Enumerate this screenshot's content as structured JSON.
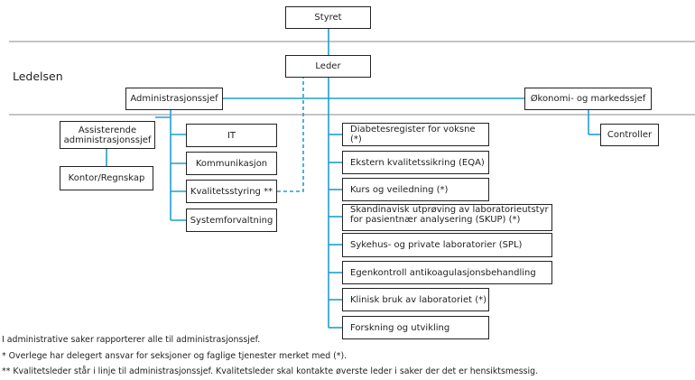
{
  "section_label": "Ledelsen",
  "colors": {
    "connector": "#1f9fd1",
    "box_border": "#222222",
    "divider": "#8a8a8a"
  },
  "nodes": {
    "styret": "Styret",
    "leder": "Leder",
    "admin": "Administrasjonssjef",
    "okonomi": "Økonomi- og markedssjef",
    "controller": "Controller",
    "assist_line1": "Assisterende",
    "assist_line2": "administrasjonssjef",
    "kontor": "Kontor/Regnskap",
    "it": "IT",
    "kommunikasjon": "Kommunikasjon",
    "kvalitet": "Kvalitetsstyring **",
    "systemforvaltning": "Systemforvaltning"
  },
  "units": [
    {
      "label": "Diabetesregister for voksne (*)"
    },
    {
      "label": "Ekstern kvalitetssikring (EQA)"
    },
    {
      "label": "Kurs og veiledning (*)"
    },
    {
      "label_line1": "Skandinavisk utprøving av laboratorieutstyr",
      "label_line2": "for pasientnær analysering (SKUP) (*)"
    },
    {
      "label": "Sykehus- og private laboratorier (SPL)"
    },
    {
      "label": "Egenkontroll antikoagulasjonsbehandling"
    },
    {
      "label": "Klinisk bruk av laboratoriet (*)"
    },
    {
      "label": "Forskning og utvikling"
    }
  ],
  "notes": [
    "I administrative saker rapporterer alle til administrasjonssjef.",
    "* Overlege har delegert ansvar for seksjoner og faglige tjenester merket med (*).",
    "** Kvalitetsleder står i linje til administrasjonssjef. Kvalitetsleder skal kontakte øverste leder i saker der det er hensiktsmessig."
  ]
}
